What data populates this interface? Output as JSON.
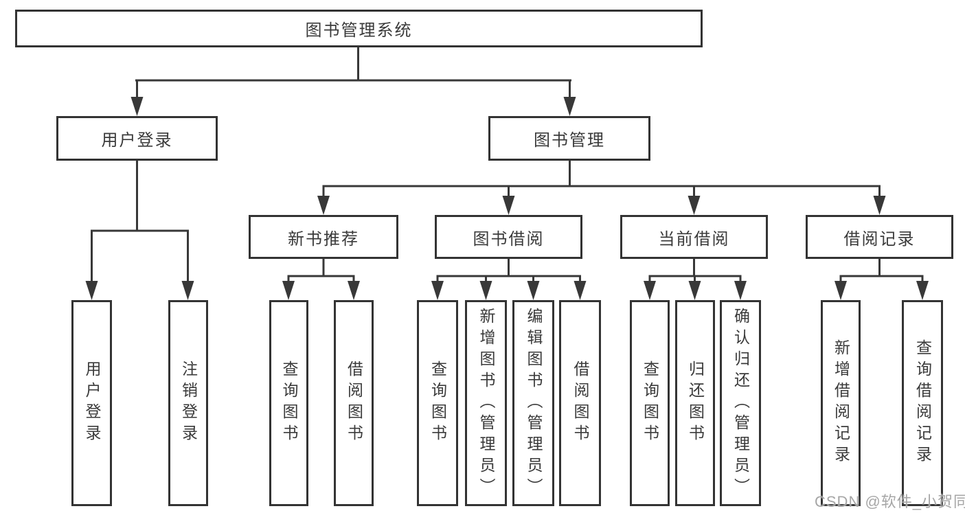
{
  "diagram_type": "hierarchy-tree",
  "colors": {
    "line": "#383838",
    "box_border": "#333333",
    "text": "#3a3a3a",
    "background": "#ffffff",
    "watermark": "#9e9e9e"
  },
  "tree": {
    "label": "图书管理系统",
    "children": [
      {
        "label": "用户登录",
        "children": [
          {
            "label": "用户登录"
          },
          {
            "label": "注销登录"
          }
        ]
      },
      {
        "label": "图书管理",
        "children": [
          {
            "label": "新书推荐",
            "children": [
              {
                "label": "查询图书"
              },
              {
                "label": "借阅图书"
              }
            ]
          },
          {
            "label": "图书借阅",
            "children": [
              {
                "label": "查询图书"
              },
              {
                "label": "新增图书（管理员）"
              },
              {
                "label": "编辑图书（管理员）"
              },
              {
                "label": "借阅图书"
              }
            ]
          },
          {
            "label": "当前借阅",
            "children": [
              {
                "label": "查询图书"
              },
              {
                "label": "归还图书"
              },
              {
                "label": "确认归还（管理员）"
              }
            ]
          },
          {
            "label": "借阅记录",
            "children": [
              {
                "label": "新增借阅记录"
              },
              {
                "label": "查询借阅记录"
              }
            ]
          }
        ]
      }
    ]
  },
  "watermark": {
    "text": "CSDN @软件_小贺同学"
  }
}
